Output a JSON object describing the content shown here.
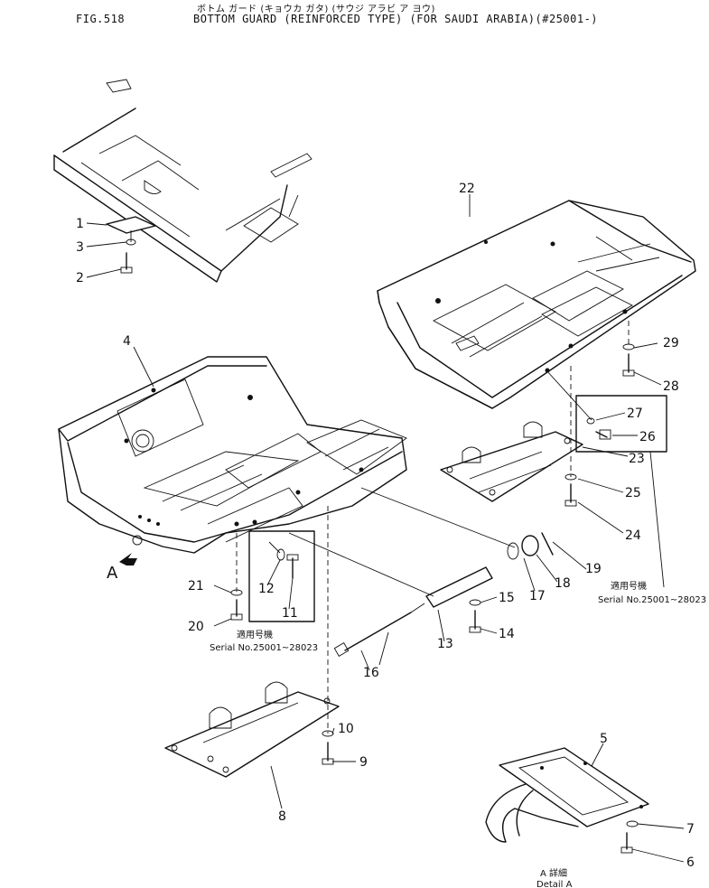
{
  "header": {
    "fig_no": "FIG.518",
    "title_kana": "ボトム ガード (キョウカ ガタ) (サウジ アラビ ア ヨウ)",
    "title": "BOTTOM GUARD (REINFORCED TYPE) (FOR SAUDI ARABIA)(#25001-)"
  },
  "callouts": [
    "1",
    "2",
    "3",
    "4",
    "5",
    "6",
    "7",
    "8",
    "9",
    "10",
    "11",
    "12",
    "13",
    "14",
    "15",
    "16",
    "17",
    "18",
    "19",
    "20",
    "21",
    "22",
    "23",
    "24",
    "25",
    "26",
    "27",
    "28",
    "29"
  ],
  "serial_notes": {
    "left": {
      "kanji": "適用号機",
      "text": "Serial No.25001~28023"
    },
    "right": {
      "kanji": "適用号機",
      "text": "Serial No.25001~28023"
    }
  },
  "view_arrow_label": "A",
  "detail": {
    "kanji": "A 詳細",
    "text": "Detail A"
  }
}
